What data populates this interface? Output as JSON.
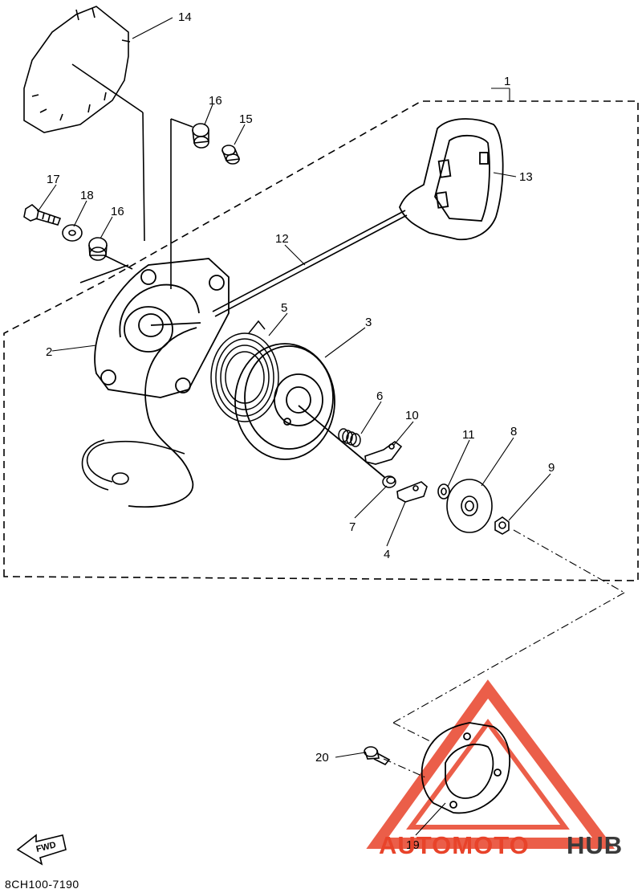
{
  "callouts": [
    {
      "label": "1"
    },
    {
      "label": "2"
    },
    {
      "label": "3"
    },
    {
      "label": "4"
    },
    {
      "label": "5"
    },
    {
      "label": "6"
    },
    {
      "label": "7"
    },
    {
      "label": "8"
    },
    {
      "label": "9"
    },
    {
      "label": "10"
    },
    {
      "label": "11"
    },
    {
      "label": "12"
    },
    {
      "label": "13"
    },
    {
      "label": "14"
    },
    {
      "label": "15"
    },
    {
      "label": "16"
    },
    {
      "label": "16"
    },
    {
      "label": "17"
    },
    {
      "label": "18"
    },
    {
      "label": "19"
    },
    {
      "label": "20"
    }
  ],
  "direction_badge": "FWD",
  "diagram_code": "8CH100-7190",
  "watermark": {
    "part1": "AUTOMOTO",
    "part2": "HUB",
    "color_primary": "#e8432a",
    "color_secondary": "#3a3a3a"
  }
}
